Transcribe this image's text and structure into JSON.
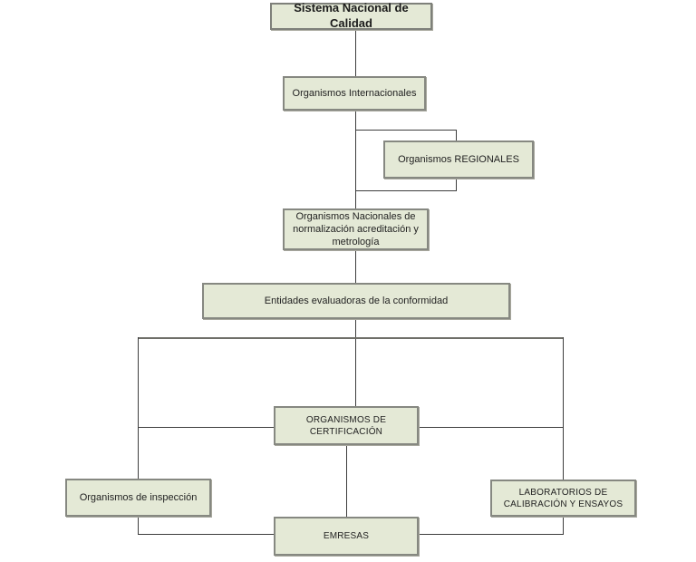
{
  "diagram": {
    "title": "Sistema Nacional de Calidad",
    "type": "org-chart-flow-diagram"
  },
  "nodes": {
    "title": {
      "label": "Sistema Nacional de Calidad"
    },
    "internacionales": {
      "label": "Organismos Internacionales"
    },
    "regionales": {
      "label": "Organismos REGIONALES"
    },
    "nacionales": {
      "label": "Organismos Nacionales de normalización acreditación y metrología"
    },
    "entidades": {
      "label": "Entidades evaluadoras de la conformidad"
    },
    "certificacion": {
      "label": "ORGANISMOS DE CERTIFICACIÓN"
    },
    "inspeccion": {
      "label": "Organismos de inspección"
    },
    "laboratorios": {
      "label": "LABORATORIOS DE CALIBRACIÓN Y ENSAYOS"
    },
    "emresas": {
      "label": "EMRESAS"
    }
  },
  "colors": {
    "background": "#ffffff",
    "node_fill": "#e4e9d6",
    "node_border": "#868881",
    "connector": "#3d3d3d",
    "text": "#222222"
  }
}
